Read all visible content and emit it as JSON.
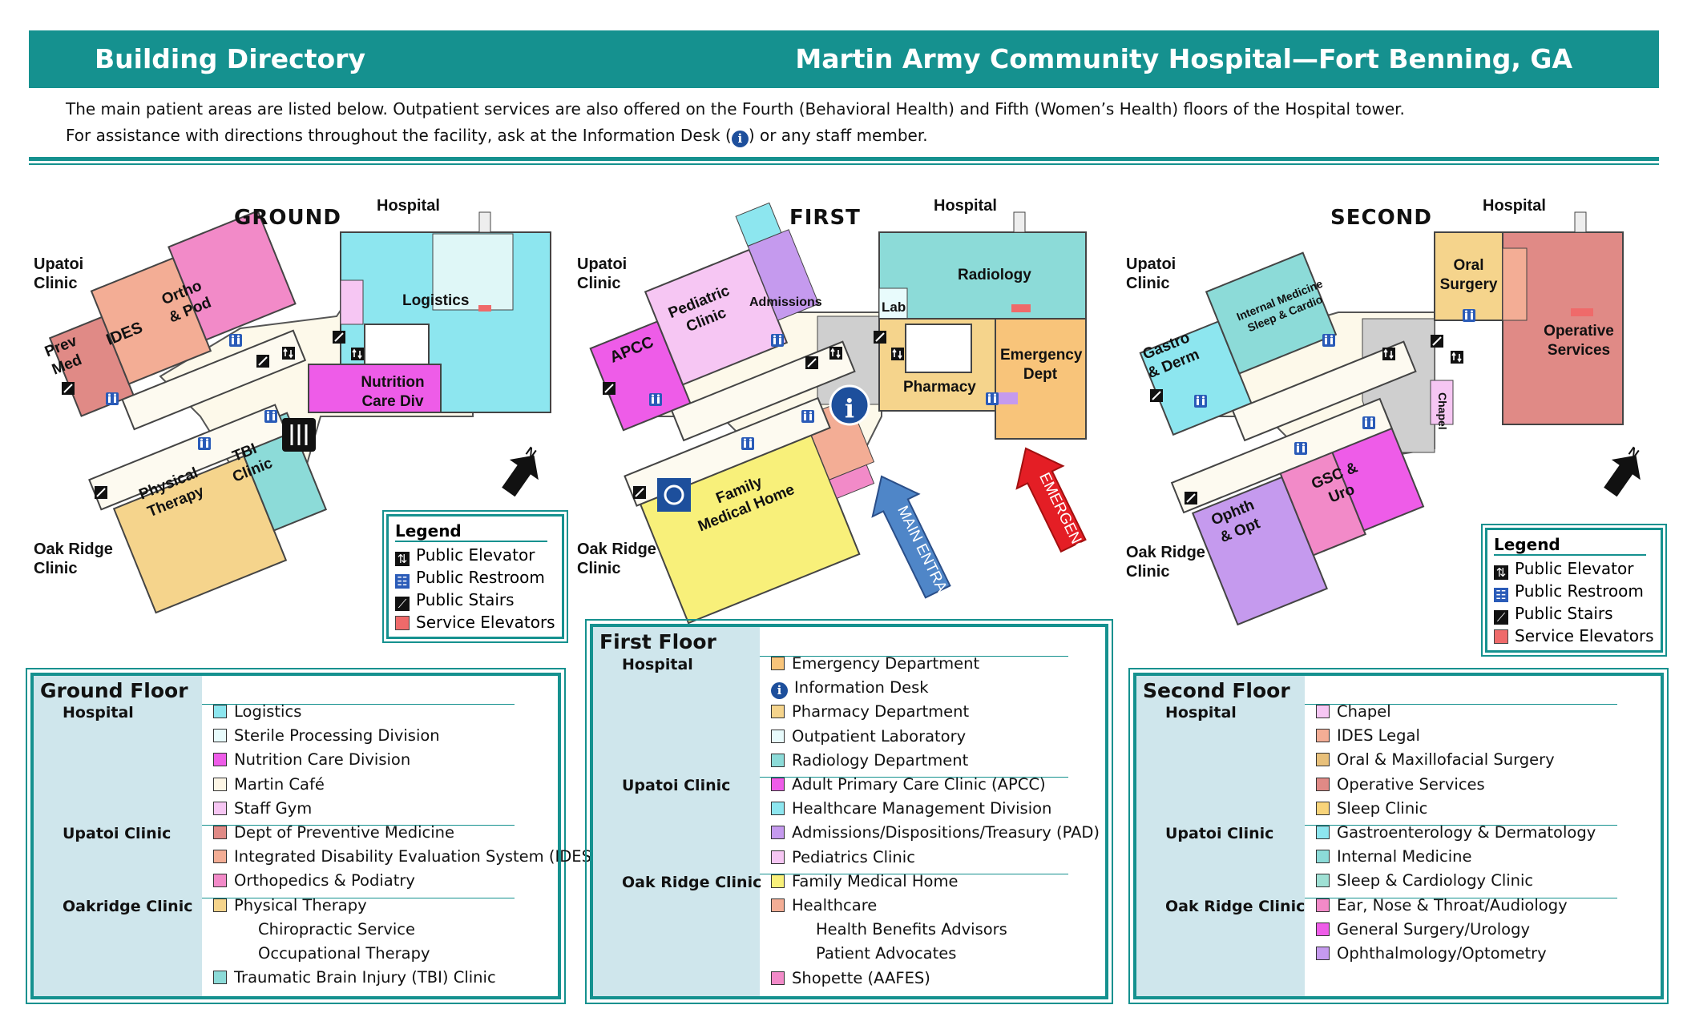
{
  "header": {
    "left_title": "Building Directory",
    "right_title": "Martin Army Community Hospital—Fort Benning, GA"
  },
  "intro": {
    "line1": "The main patient areas are listed below.  Outpatient services are also offered on the Fourth (Behavioral Health) and Fifth (Women’s Health) floors of the Hospital tower.",
    "line2_pre": "For assistance with directions throughout the facility, ask at the Information Desk (",
    "line2_post": ") or any staff member."
  },
  "colors": {
    "brand_teal": "#15918f",
    "panel_shade": "#cfe6ec",
    "cyan": "#8de6ef",
    "pink": "#f28ac8",
    "magenta": "#ee5ce8",
    "lavender": "#c59aee",
    "yellow": "#f8f07a",
    "tan": "#f5d48c",
    "salmon": "#f3ad95",
    "rose": "#e08a86"
  },
  "maps": {
    "ground": {
      "title": "GROUND",
      "hospital": "Hospital",
      "upatoi": "Upatoi Clinic",
      "oakridge": "Oak Ridge Clinic",
      "rooms": {
        "logistics": "Logistics",
        "nutrition": "Nutrition Care Div",
        "prev_med": "Prev Med",
        "ides": "IDES",
        "ortho": "Ortho & Pod",
        "physical": "Physical Therapy",
        "tbi": "TBI Clinic"
      }
    },
    "first": {
      "title": "FIRST",
      "hospital": "Hospital",
      "upatoi": "Upatoi Clinic",
      "oakridge": "Oak Ridge Clinic",
      "rooms": {
        "radiology": "Radiology",
        "lab": "Lab",
        "pharmacy": "Pharmacy",
        "emergency_dept": "Emergency Dept",
        "apcc": "APCC",
        "pediatric": "Pediatric Clinic",
        "admissions": "Admissions",
        "family": "Family Medical Home"
      },
      "main_entrance": "MAIN ENTRANCE",
      "emergency": "EMERGENCY"
    },
    "second": {
      "title": "SECOND",
      "hospital": "Hospital",
      "upatoi": "Upatoi Clinic",
      "oakridge": "Oak Ridge Clinic",
      "rooms": {
        "oral": "Oral Surgery",
        "operative": "Operative Services",
        "chapel": "Chapel",
        "gastro": "Gastro & Derm",
        "internal": "Internal Medicine Sleep & Cardio",
        "ophth": "Ophth & Opt",
        "gsc": "GSC & Uro"
      }
    },
    "north_label": "N"
  },
  "legend": {
    "title": "Legend",
    "items": [
      "Public Elevator",
      "Public Restroom",
      "Public Stairs",
      "Service Elevators"
    ]
  },
  "directories": {
    "ground": {
      "title": "Ground Floor",
      "groups": [
        {
          "name": "Hospital",
          "items": [
            {
              "label": "Logistics",
              "color": "#8de6ef"
            },
            {
              "label": "Sterile Processing Division",
              "color": "#e8fbfc"
            },
            {
              "label": "Nutrition Care Division",
              "color": "#ee5ce8"
            },
            {
              "label": "Martin Café",
              "color": "#fdf6e6"
            },
            {
              "label": "Staff Gym",
              "color": "#f6c6f3"
            }
          ]
        },
        {
          "name": "Upatoi Clinic",
          "items": [
            {
              "label": "Dept of Preventive Medicine",
              "color": "#e08a86"
            },
            {
              "label": "Integrated Disability Evaluation System (IDES)",
              "color": "#f3ad95"
            },
            {
              "label": "Orthopedics & Podiatry",
              "color": "#f28ac8"
            }
          ]
        },
        {
          "name": "Oakridge Clinic",
          "items": [
            {
              "label": "Physical Therapy",
              "color": "#f5d48c"
            },
            {
              "label": "Chiropractic Service",
              "color": null
            },
            {
              "label": "Occupational Therapy",
              "color": null
            },
            {
              "label": "Traumatic Brain Injury (TBI) Clinic",
              "color": "#8cdbd8"
            }
          ]
        }
      ]
    },
    "first": {
      "title": "First Floor",
      "groups": [
        {
          "name": "Hospital",
          "items": [
            {
              "label": "Emergency Department",
              "color": "#f8c47a"
            },
            {
              "label": "Information Desk",
              "color": "info"
            },
            {
              "label": "Pharmacy Department",
              "color": "#f5d48c"
            },
            {
              "label": "Outpatient Laboratory",
              "color": "#e8fbfc"
            },
            {
              "label": "Radiology Department",
              "color": "#8cdbd8"
            }
          ]
        },
        {
          "name": "Upatoi Clinic",
          "items": [
            {
              "label": "Adult Primary Care Clinic (APCC)",
              "color": "#ee5ce8"
            },
            {
              "label": "Healthcare Management Division",
              "color": "#8de6ef"
            },
            {
              "label": "Admissions/Dispositions/Treasury (PAD)",
              "color": "#c59aee"
            },
            {
              "label": "Pediatrics Clinic",
              "color": "#f6c6f3"
            }
          ]
        },
        {
          "name": "Oak Ridge Clinic",
          "items": [
            {
              "label": "Family Medical Home",
              "color": "#f8f07a"
            },
            {
              "label": "Healthcare",
              "color": "#f3ad95"
            },
            {
              "label": "Health Benefits Advisors",
              "color": null
            },
            {
              "label": "Patient Advocates",
              "color": null
            },
            {
              "label": "Shopette (AAFES)",
              "color": "#f28ac8"
            }
          ]
        }
      ]
    },
    "second": {
      "title": "Second Floor",
      "groups": [
        {
          "name": "Hospital",
          "items": [
            {
              "label": "Chapel",
              "color": "#f6c6f3"
            },
            {
              "label": "IDES Legal",
              "color": "#f3ad95"
            },
            {
              "label": "Oral & Maxillofacial Surgery",
              "color": "#e8c07a"
            },
            {
              "label": "Operative Services",
              "color": "#e08a86"
            },
            {
              "label": "Sleep Clinic",
              "color": "#f8d47a"
            }
          ]
        },
        {
          "name": "Upatoi Clinic",
          "items": [
            {
              "label": "Gastroenterology & Dermatology",
              "color": "#8de6ef"
            },
            {
              "label": "Internal Medicine",
              "color": "#8cdbd8"
            },
            {
              "label": "Sleep & Cardiology Clinic",
              "color": "#9fe0d4"
            }
          ]
        },
        {
          "name": "Oak Ridge Clinic",
          "items": [
            {
              "label": "Ear, Nose & Throat/Audiology",
              "color": "#f28ac8"
            },
            {
              "label": "General Surgery/Urology",
              "color": "#ee5ce8"
            },
            {
              "label": "Ophthalmology/Optometry",
              "color": "#c59aee"
            }
          ]
        }
      ]
    }
  }
}
